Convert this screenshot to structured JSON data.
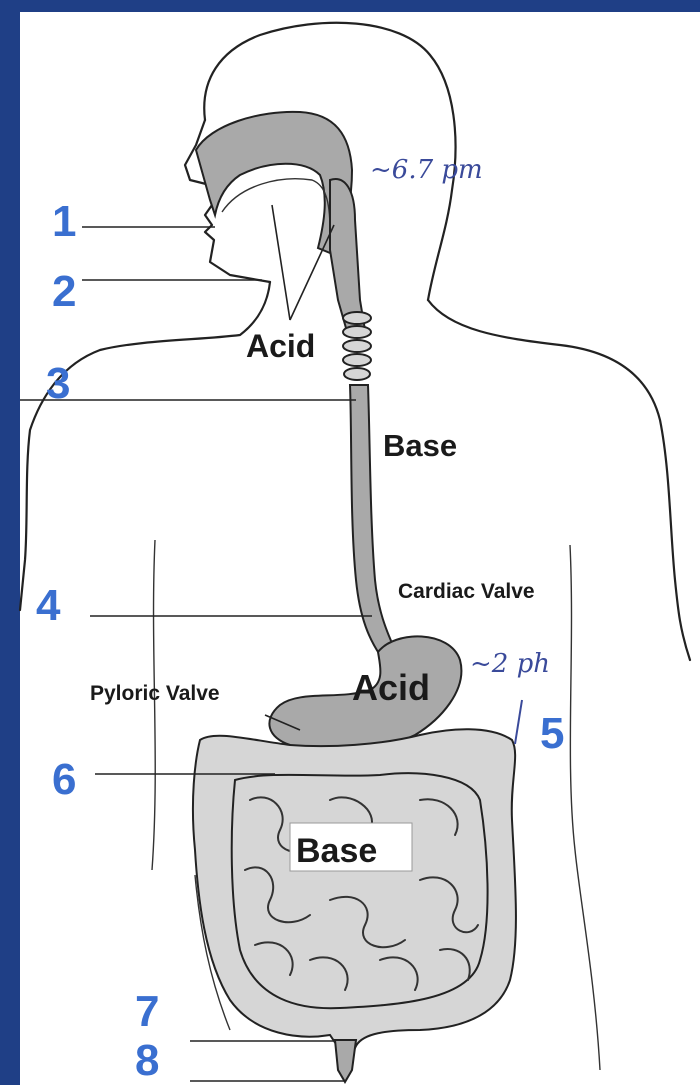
{
  "diagram": {
    "numbers": [
      "1",
      "2",
      "3",
      "4",
      "5",
      "6",
      "7",
      "8"
    ],
    "labels": {
      "acid_mouth": "Acid",
      "base_esophagus": "Base",
      "cardiac_valve": "Cardiac Valve",
      "pyloric_valve": "Pyloric Valve",
      "acid_stomach": "Acid",
      "base_intestine": "Base"
    },
    "handwritten": {
      "mouth_ph": "~6.7 pm",
      "stomach_ph": "~2 ph"
    }
  },
  "colors": {
    "frame": "#1f3f86",
    "number_blue": "#3a6fd0",
    "organ_gray": "#a9a9a9"
  }
}
